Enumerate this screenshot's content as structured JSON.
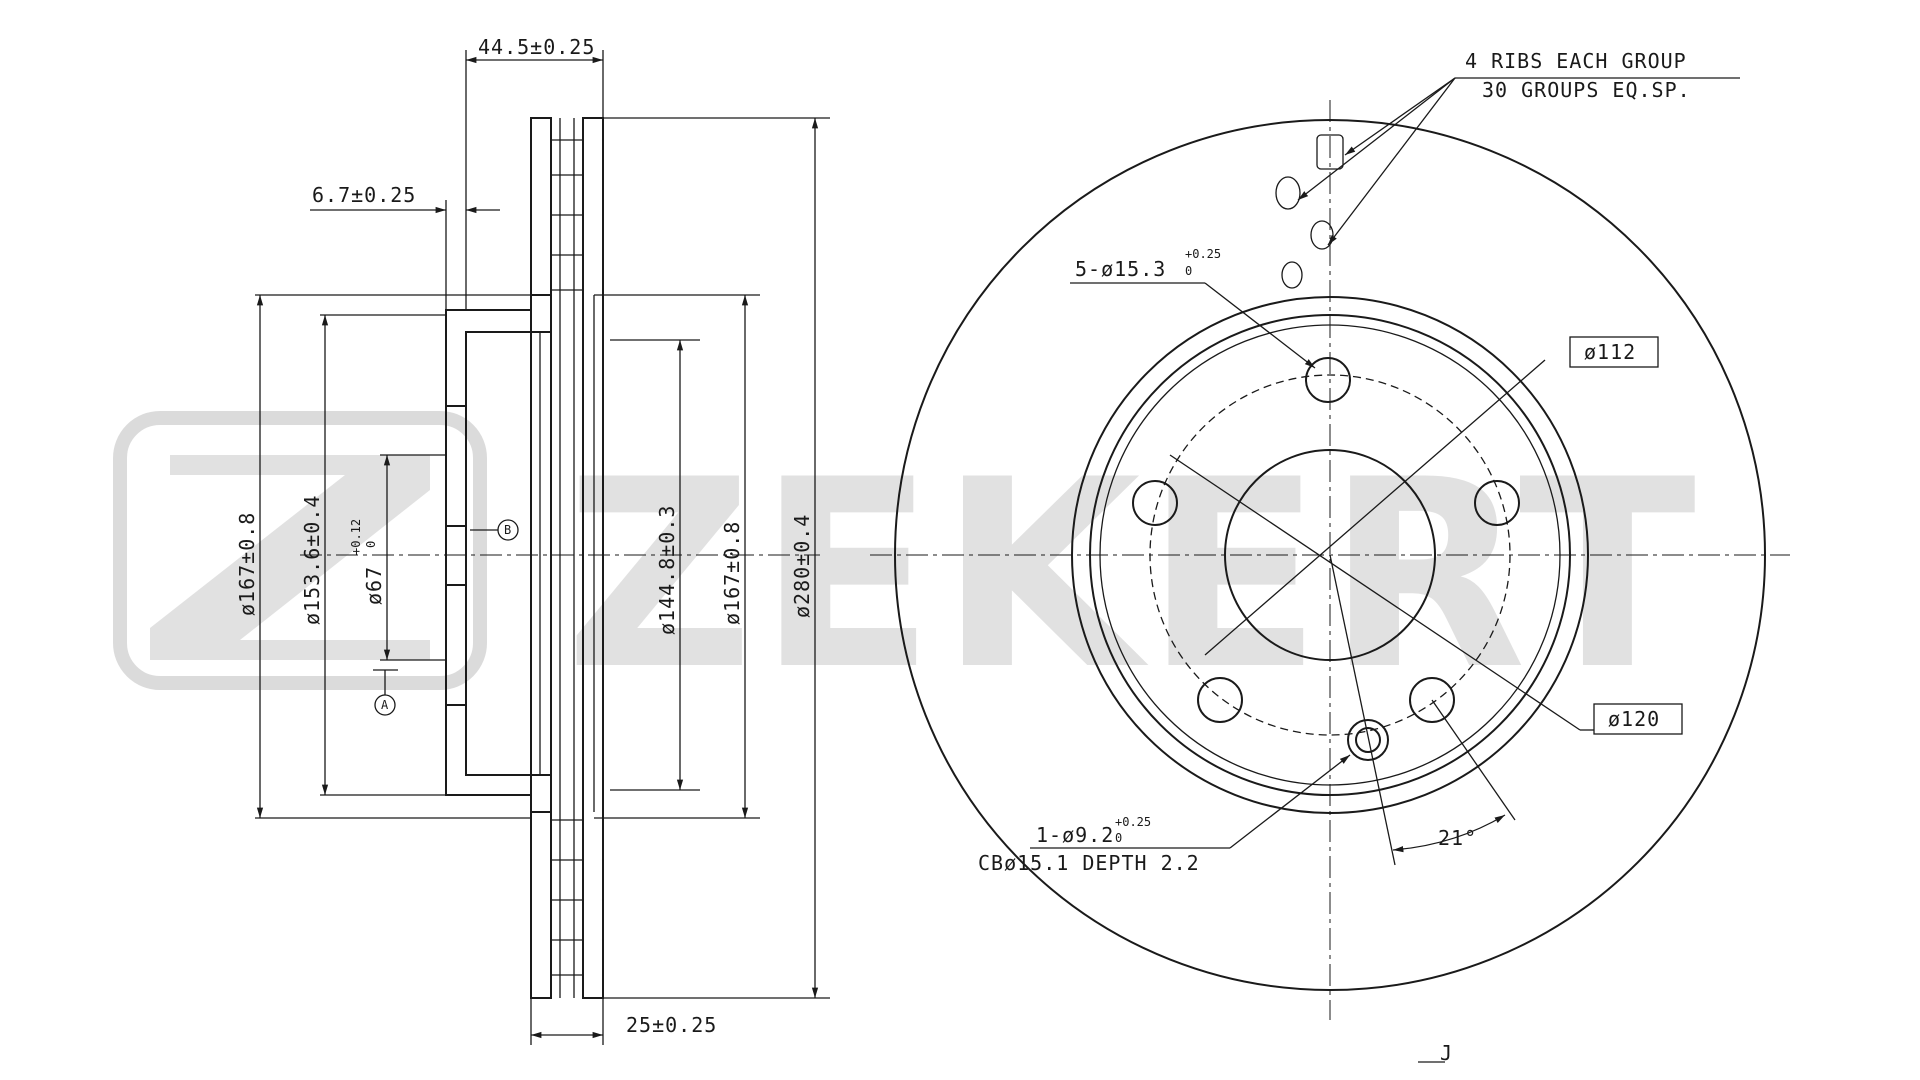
{
  "watermark": {
    "text": "ZEKERT",
    "color": "#bdbdbd"
  },
  "side_view": {
    "dim_width_total": "44.5±0.25",
    "dim_hat_thickness": "6.7±0.25",
    "dim_thickness": "25±0.25",
    "dia_hat_outer": "ø167±0.8",
    "dia_153": "ø153.6±0.4",
    "dia_bore": "ø67",
    "dia_bore_tol": "+0.12",
    "dia_bore_tol_low": "0",
    "dia_144": "ø144.8±0.3",
    "dia_167b": "ø167±0.8",
    "dia_outer": "ø280±0.4",
    "datum_a": "A",
    "datum_b": "B"
  },
  "front_view": {
    "ribs_line1": "4 RIBS EACH GROUP",
    "ribs_line2": "30 GROUPS EQ.SP.",
    "bolt_holes": "5-ø15.3",
    "bolt_tol_hi": "+0.25",
    "bolt_tol_lo": "0",
    "pcd_112": "ø112",
    "pcd_120": "ø120",
    "angle": "21°",
    "small_hole": "1-ø9.2",
    "small_hole_tol": "+0.25",
    "small_hole_tol_lo": "0",
    "counterbore": "CBø15.1 DEPTH 2.2",
    "mark": "J"
  }
}
